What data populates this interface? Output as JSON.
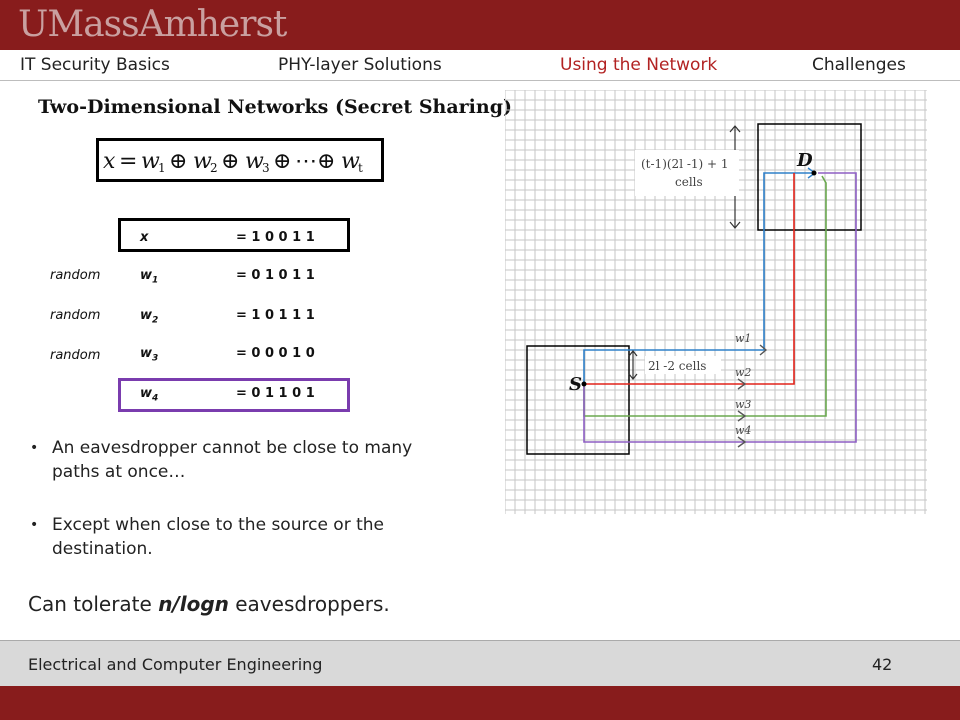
{
  "header": {
    "logo": "UMassAmherst"
  },
  "nav": {
    "items": [
      {
        "label": "IT Security Basics"
      },
      {
        "label": "PHY-layer Solutions"
      },
      {
        "label": "Using the Network"
      },
      {
        "label": "Challenges"
      }
    ],
    "active_index": 2,
    "active_color": "#b22222"
  },
  "slide": {
    "title": "Two-Dimensional Networks (Secret Sharing)",
    "formula": {
      "lhs": "x",
      "terms": [
        "w",
        "w",
        "w",
        "w"
      ],
      "subscripts": [
        "1",
        "2",
        "3",
        "t"
      ],
      "op": "⊕",
      "ellipsis": "⋯"
    },
    "shares": [
      {
        "random_label": "",
        "name": "x",
        "value": "= 1 0 0 1 1"
      },
      {
        "random_label": "random",
        "name": "w",
        "sub": "1",
        "value": "= 0 1 0 1 1"
      },
      {
        "random_label": "random",
        "name": "w",
        "sub": "2",
        "value": "= 1 0 1 1 1"
      },
      {
        "random_label": "random",
        "name": "w",
        "sub": "3",
        "value": "= 0 0 0 1 0"
      },
      {
        "random_label": "",
        "name": "w",
        "sub": "4",
        "value": "= 0 1 1 0 1"
      }
    ],
    "bullets": [
      "An eavesdropper cannot be close to many paths at once…",
      "Except when close to the source or the destination."
    ],
    "conclusion": {
      "prefix": "Can tolerate ",
      "emph": "n/logn",
      "suffix": " eavesdroppers."
    }
  },
  "diagram": {
    "d_label": "D",
    "s_label": "S",
    "top_note_line1": "(t-1)(2l -1) + 1",
    "top_note_line2": "cells",
    "side_note": "2l -2 cells",
    "path_labels": [
      "w1",
      "w2",
      "w3",
      "w4"
    ],
    "colors": {
      "w1": "#2f80c9",
      "w2": "#e2231a",
      "w3": "#6aa84f",
      "w4": "#8e5fc4"
    }
  },
  "footer": {
    "department": "Electrical and Computer Engineering",
    "page": "42"
  },
  "colors": {
    "brand": "#881c1c",
    "footer": "#d9d9d9"
  }
}
